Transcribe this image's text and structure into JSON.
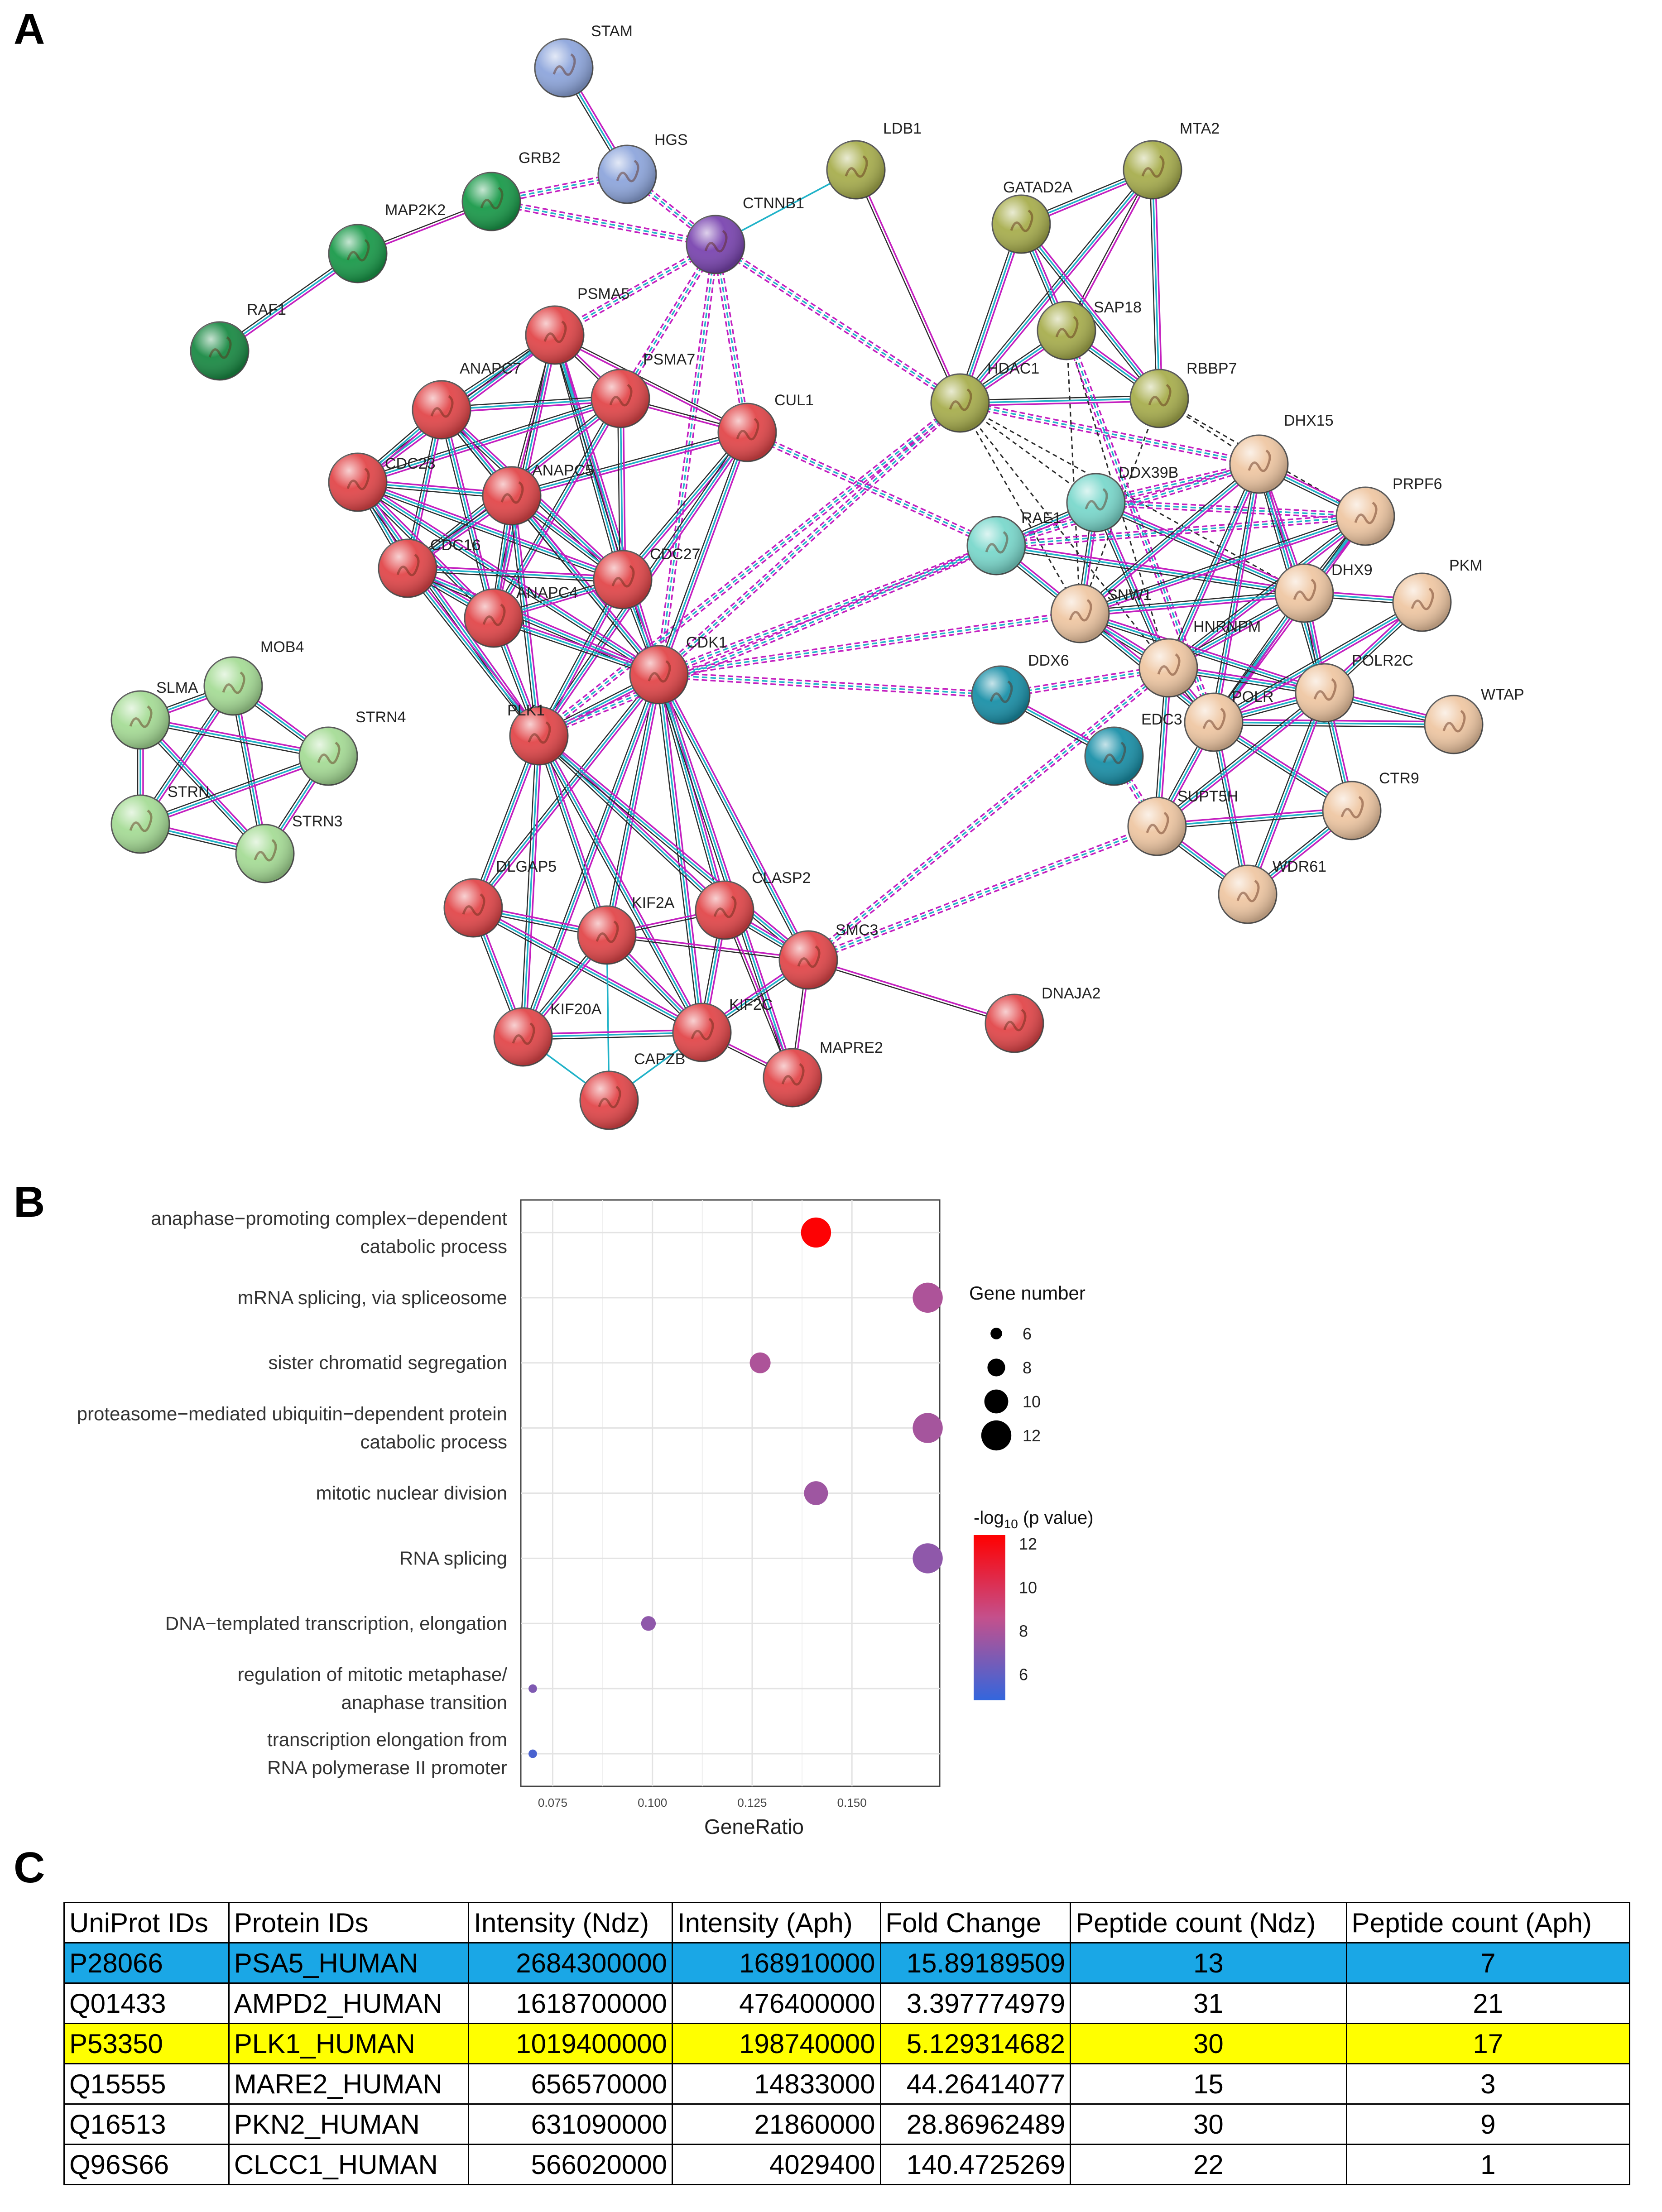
{
  "panels": {
    "a": "A",
    "b": "B",
    "c": "C"
  },
  "network": {
    "nodes": [
      {
        "id": "STAM",
        "color": "#8ea6dc"
      },
      {
        "id": "HGS",
        "color": "#8ea6dc"
      },
      {
        "id": "GRB2",
        "color": "#1a9a4a"
      },
      {
        "id": "MAP2K2",
        "color": "#1a9a4a"
      },
      {
        "id": "RAF1",
        "color": "#1a8a44"
      },
      {
        "id": "CTNNB1",
        "color": "#7a45b0"
      },
      {
        "id": "LDB1",
        "color": "#a8ae4e"
      },
      {
        "id": "MTA2",
        "color": "#a8ae4e"
      },
      {
        "id": "GATAD2A",
        "color": "#a8ae4e"
      },
      {
        "id": "SAP18",
        "color": "#a8ae4e"
      },
      {
        "id": "RBBP7",
        "color": "#a8ae4e"
      },
      {
        "id": "HDAC1",
        "color": "#a8ae4e"
      },
      {
        "id": "PSMA5",
        "color": "#e2474a"
      },
      {
        "id": "PSMA7",
        "color": "#e2474a"
      },
      {
        "id": "ANAPC7",
        "color": "#e2474a"
      },
      {
        "id": "CUL1",
        "color": "#e2474a"
      },
      {
        "id": "CDC23",
        "color": "#e2474a"
      },
      {
        "id": "ANAPC5",
        "color": "#e2474a"
      },
      {
        "id": "CDC16",
        "color": "#e2474a"
      },
      {
        "id": "CDC27",
        "color": "#e2474a"
      },
      {
        "id": "ANAPC4",
        "color": "#e2474a"
      },
      {
        "id": "CDK1",
        "color": "#e2474a"
      },
      {
        "id": "PLK1",
        "color": "#e2474a"
      },
      {
        "id": "DLGAP5",
        "color": "#e2474a"
      },
      {
        "id": "KIF2A",
        "color": "#e2474a"
      },
      {
        "id": "CLASP2",
        "color": "#e2474a"
      },
      {
        "id": "SMC3",
        "color": "#e2474a"
      },
      {
        "id": "KIF20A",
        "color": "#e2474a"
      },
      {
        "id": "KIF2C",
        "color": "#e2474a"
      },
      {
        "id": "CAPZB",
        "color": "#e2474a"
      },
      {
        "id": "MAPRE2",
        "color": "#e2474a"
      },
      {
        "id": "DNAJA2",
        "color": "#e2474a"
      },
      {
        "id": "MOB4",
        "color": "#a6dc96"
      },
      {
        "id": "SLMAP",
        "color": "#a6dc96"
      },
      {
        "id": "STRN4",
        "color": "#a6dc96"
      },
      {
        "id": "STRN",
        "color": "#a6dc96"
      },
      {
        "id": "STRN3",
        "color": "#a6dc96"
      },
      {
        "id": "DDX39B",
        "color": "#7ad8cc"
      },
      {
        "id": "RAE1",
        "color": "#7ad8cc"
      },
      {
        "id": "DDX6",
        "color": "#1a90a8"
      },
      {
        "id": "EDC3",
        "color": "#1a90a8"
      },
      {
        "id": "DHX15",
        "color": "#efc7a3"
      },
      {
        "id": "PRPF6",
        "color": "#efc7a3"
      },
      {
        "id": "PKM",
        "color": "#efc7a3"
      },
      {
        "id": "DHX9",
        "color": "#efc7a3"
      },
      {
        "id": "SNW1",
        "color": "#efc7a3"
      },
      {
        "id": "HNRNPM",
        "color": "#efc7a3"
      },
      {
        "id": "POLR2C",
        "color": "#efc7a3"
      },
      {
        "id": "POLR2A",
        "color": "#efc7a3"
      },
      {
        "id": "WTAP",
        "color": "#efc7a3"
      },
      {
        "id": "CTR9",
        "color": "#efc7a3"
      },
      {
        "id": "SUPT5H",
        "color": "#efc7a3"
      },
      {
        "id": "WDR61",
        "color": "#efc7a3"
      }
    ],
    "node_labels": {
      "SLMAP": "SLMA",
      "POLR2A": "POLR"
    }
  },
  "dotplot": {
    "xlabel": "GeneRatio",
    "xticks": [
      "0.075",
      "0.100",
      "0.125",
      "0.150"
    ],
    "size_legend_title": "Gene number",
    "size_legend_values": [
      "6",
      "8",
      "10",
      "12"
    ],
    "color_legend_title_prefix": "-log",
    "color_legend_title_sub": "10",
    "color_legend_title_suffix": " (p value)",
    "color_legend_ticks": [
      "12",
      "10",
      "8",
      "6"
    ],
    "colors": {
      "low": "#3366dd",
      "high": "#ff0000"
    }
  },
  "chart_data": {
    "type": "scatter",
    "xlabel": "GeneRatio",
    "ylabel": "",
    "xlim": [
      0.067,
      0.172
    ],
    "grid": true,
    "legend": "right",
    "terms": [
      {
        "label_lines": [
          "anaphase−promoting complex−dependent",
          "catabolic process"
        ],
        "gene_ratio": 0.141,
        "gene_number": 12,
        "neglog10p": 12.3
      },
      {
        "label_lines": [
          "mRNA splicing, via spliceosome"
        ],
        "gene_ratio": 0.169,
        "gene_number": 12,
        "neglog10p": 8.0
      },
      {
        "label_lines": [
          "sister chromatid segregation"
        ],
        "gene_ratio": 0.127,
        "gene_number": 9,
        "neglog10p": 8.0
      },
      {
        "label_lines": [
          "proteasome−mediated ubiquitin−dependent protein",
          "catabolic process"
        ],
        "gene_ratio": 0.169,
        "gene_number": 12,
        "neglog10p": 7.8
      },
      {
        "label_lines": [
          "mitotic nuclear division"
        ],
        "gene_ratio": 0.141,
        "gene_number": 10,
        "neglog10p": 7.6
      },
      {
        "label_lines": [
          "RNA splicing"
        ],
        "gene_ratio": 0.169,
        "gene_number": 12,
        "neglog10p": 7.2
      },
      {
        "label_lines": [
          "DNA−templated transcription, elongation"
        ],
        "gene_ratio": 0.099,
        "gene_number": 7,
        "neglog10p": 7.2
      },
      {
        "label_lines": [
          "regulation of mitotic metaphase/",
          "anaphase transition"
        ],
        "gene_ratio": 0.07,
        "gene_number": 5,
        "neglog10p": 6.8
      },
      {
        "label_lines": [
          "transcription elongation from",
          "RNA polymerase II promoter"
        ],
        "gene_ratio": 0.07,
        "gene_number": 5,
        "neglog10p": 5.4
      }
    ]
  },
  "table": {
    "headers": [
      "UniProt IDs",
      "Protein IDs",
      "Intensity (Ndz)",
      "Intensity (Aph)",
      "Fold Change",
      "Peptide count (Ndz)",
      "Peptide count (Aph)"
    ],
    "rows": [
      {
        "uniprot": "P28066",
        "protein": "PSA5_HUMAN",
        "int_ndz": "2684300000",
        "int_aph": "168910000",
        "fold": "15.89189509",
        "pep_ndz": "13",
        "pep_aph": "7",
        "highlight": "#1aa7e6"
      },
      {
        "uniprot": "Q01433",
        "protein": "AMPD2_HUMAN",
        "int_ndz": "1618700000",
        "int_aph": "476400000",
        "fold": "3.397774979",
        "pep_ndz": "31",
        "pep_aph": "21",
        "highlight": ""
      },
      {
        "uniprot": "P53350",
        "protein": "PLK1_HUMAN",
        "int_ndz": "1019400000",
        "int_aph": "198740000",
        "fold": "5.129314682",
        "pep_ndz": "30",
        "pep_aph": "17",
        "highlight": "#ffff00"
      },
      {
        "uniprot": "Q15555",
        "protein": "MARE2_HUMAN",
        "int_ndz": "656570000",
        "int_aph": "14833000",
        "fold": "44.26414077",
        "pep_ndz": "15",
        "pep_aph": "3",
        "highlight": ""
      },
      {
        "uniprot": "Q16513",
        "protein": "PKN2_HUMAN",
        "int_ndz": "631090000",
        "int_aph": "21860000",
        "fold": "28.86962489",
        "pep_ndz": "30",
        "pep_aph": "9",
        "highlight": ""
      },
      {
        "uniprot": "Q96S66",
        "protein": "CLCC1_HUMAN",
        "int_ndz": "566020000",
        "int_aph": "4029400",
        "fold": "140.4725269",
        "pep_ndz": "22",
        "pep_aph": "1",
        "highlight": ""
      }
    ]
  }
}
